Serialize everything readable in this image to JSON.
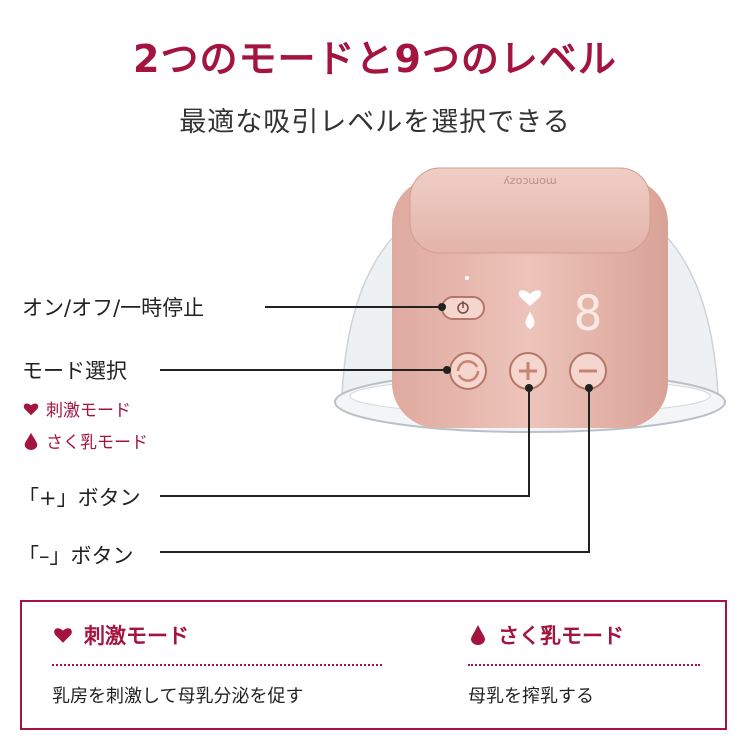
{
  "header": {
    "title": "2つのモードと9つのレベル",
    "subtitle": "最適な吸引レベルを選択できる"
  },
  "device": {
    "brand": "momcozy",
    "display_digit": "8"
  },
  "callouts": {
    "power": "オン/オフ/一時停止",
    "mode_select": "モード選択",
    "stimulation_mode": "刺激モード",
    "expression_mode": "さく乳モード",
    "plus_button": "「+」ボタン",
    "minus_button": "「–」ボタン"
  },
  "info_box": {
    "stimulation": {
      "title": "刺激モード",
      "desc": "乳房を刺激して母乳分泌を促す"
    },
    "expression": {
      "title": "さく乳モード",
      "desc": "母乳を搾乳する"
    }
  },
  "colors": {
    "accent": "#a3143f",
    "device_pink": "#e9bcb2",
    "button_accent": "#c98272"
  },
  "icons": {
    "heart": "heart-icon",
    "drop": "drop-icon",
    "power": "power-icon",
    "mode_cycle": "cycle-icon",
    "plus": "plus-icon",
    "minus": "minus-icon"
  }
}
